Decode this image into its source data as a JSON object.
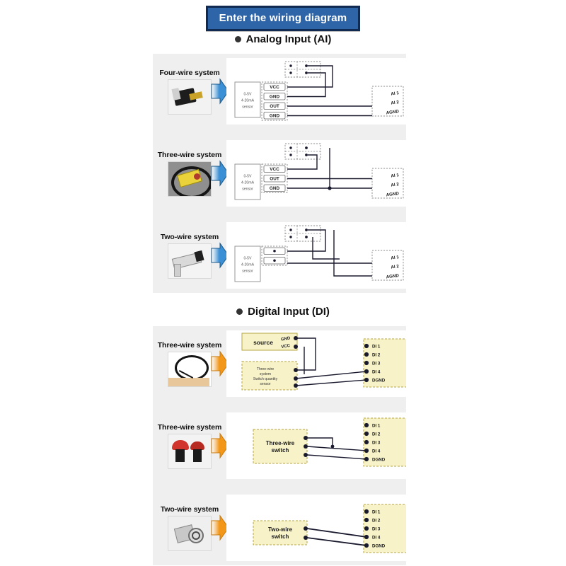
{
  "banner": {
    "title": "Enter the wiring diagram"
  },
  "sections": [
    {
      "id": "analog-input",
      "heading": "Analog Input (AI)",
      "arrow_color": "#3b8fd4",
      "rows": [
        {
          "label": "Four-wire system",
          "photo_name": "four-wire-sensor-photo",
          "sensor_box_text": [
            "0-5V",
            "4-20mA",
            "sensor"
          ],
          "terminals": [
            "VCC",
            "GND",
            "OUT",
            "GND"
          ],
          "module_terminals": [
            "AI 1",
            "AI 2",
            "AGND"
          ],
          "power_supply_label": "power-supply-terminal-block"
        },
        {
          "label": "Three-wire system",
          "photo_name": "three-wire-sensor-photo",
          "sensor_box_text": [
            "0-5V",
            "4-20mA",
            "sensor"
          ],
          "terminals": [
            "VCC",
            "OUT",
            "GND"
          ],
          "module_terminals": [
            "AI 1",
            "AI 2",
            "AGND"
          ],
          "power_supply_label": "power-supply-terminal-block"
        },
        {
          "label": "Two-wire system",
          "photo_name": "two-wire-sensor-photo",
          "sensor_box_text": [
            "0-5V",
            "4-20mA",
            "sensor"
          ],
          "terminals": [
            "+",
            "-"
          ],
          "module_terminals": [
            "AI 1",
            "AI 2",
            "AGND"
          ],
          "power_supply_label": "power-supply-terminal-block"
        }
      ]
    },
    {
      "id": "digital-input",
      "heading": "Digital Input (DI)",
      "arrow_color": "#f39719",
      "rows": [
        {
          "label": "Three-wire system",
          "photo_name": "proximity-cable-sensor-photo",
          "source_box_text": "source",
          "source_terminals": [
            "GND",
            "VCC"
          ],
          "device_box_text": [
            "Three-wire",
            "system",
            "Switch quantity",
            "sensor"
          ],
          "module_terminals": [
            "DI 1",
            "DI 2",
            "DI 3",
            "DI 4",
            "DGND"
          ]
        },
        {
          "label": "Three-wire system",
          "photo_name": "emergency-stop-button-photo",
          "device_box_text": [
            "Three-wire",
            "switch"
          ],
          "module_terminals": [
            "DI 1",
            "DI 2",
            "DI 3",
            "DI 4",
            "DGND"
          ]
        },
        {
          "label": "Two-wire system",
          "photo_name": "two-wire-switch-photo",
          "device_box_text": [
            "Two-wire",
            "switch"
          ],
          "module_terminals": [
            "DI 1",
            "DI 2",
            "DI 3",
            "DI 4",
            "DGND"
          ]
        }
      ]
    }
  ],
  "colors": {
    "banner_fill": "#2e64a8",
    "banner_border": "#102a52",
    "blue_arrow": "#3b8fd4",
    "orange_arrow": "#f39719",
    "panel_strip": "#efefef",
    "panel_white": "#ffffff",
    "di_box_fill": "#f7f2c8",
    "di_box_border": "#b5a642",
    "wire": "#1a1a2e",
    "ai_box_border": "#8c8c8c"
  }
}
